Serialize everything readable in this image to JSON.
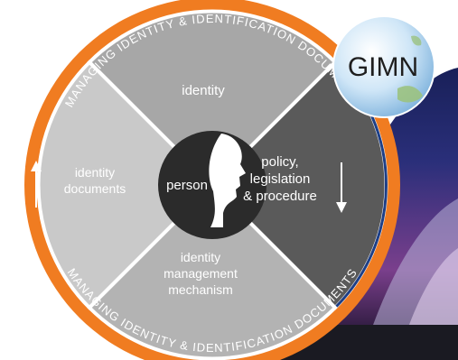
{
  "ring_text": {
    "top": "MANAGING IDENTITY & IDENTIFICATION DOCUMENTS",
    "bottom": "MANAGING IDENTITY & IDENTIFICATION DOCUMENTS"
  },
  "segments": {
    "top": "identity",
    "left_line1": "identity",
    "left_line2": "documents",
    "right_line1": "policy,",
    "right_line2": "legislation",
    "right_line3": "& procedure",
    "bottom_line1": "identity",
    "bottom_line2": "management",
    "bottom_line3": "mechanism"
  },
  "center_label": "person",
  "logo_text": "GIMN",
  "colors": {
    "ring": "#f07c21",
    "segment_top": "#a7a7a7",
    "segment_left": "#c9c9c9",
    "segment_right": "#5a5a5a",
    "segment_bottom": "#b3b3b3",
    "center": "#2b2b2b",
    "right_edge": "#1e3f86"
  },
  "icons": [
    "person-profile-icon",
    "globe-icon",
    "cycle-arrow-icon"
  ]
}
